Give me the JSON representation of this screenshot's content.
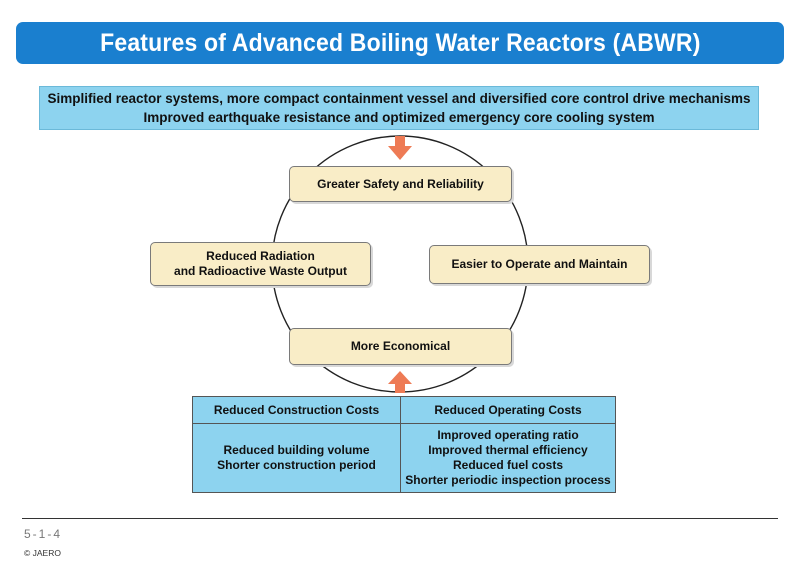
{
  "title": "Features of Advanced Boiling Water Reactors (ABWR)",
  "intro": {
    "line1": "Simplified reactor systems, more compact containment vessel and diversified core control drive mechanisms",
    "line2": "Improved earthquake resistance and optimized emergency core cooling system"
  },
  "cycle": {
    "top": "Greater Safety and Reliability",
    "left_line1": "Reduced Radiation",
    "left_line2": "and Radioactive Waste Output",
    "right": "Easier to Operate and Maintain",
    "bottom": "More Economical"
  },
  "costs": {
    "construction_header": "Reduced Construction Costs",
    "operating_header": "Reduced Operating Costs",
    "construction_items": [
      "Reduced building volume",
      "Shorter construction period"
    ],
    "operating_items": [
      "Improved operating ratio",
      "Improved thermal efficiency",
      "Reduced fuel costs",
      "Shorter periodic inspection process"
    ]
  },
  "footer": {
    "page_number": "5-1-4",
    "copyright": "© JAERO"
  },
  "colors": {
    "title_bar": "#1a7fcf",
    "light_blue_box": "#8dd3ef",
    "cream_node": "#f9edc7",
    "arrow": "#ee7b55"
  }
}
